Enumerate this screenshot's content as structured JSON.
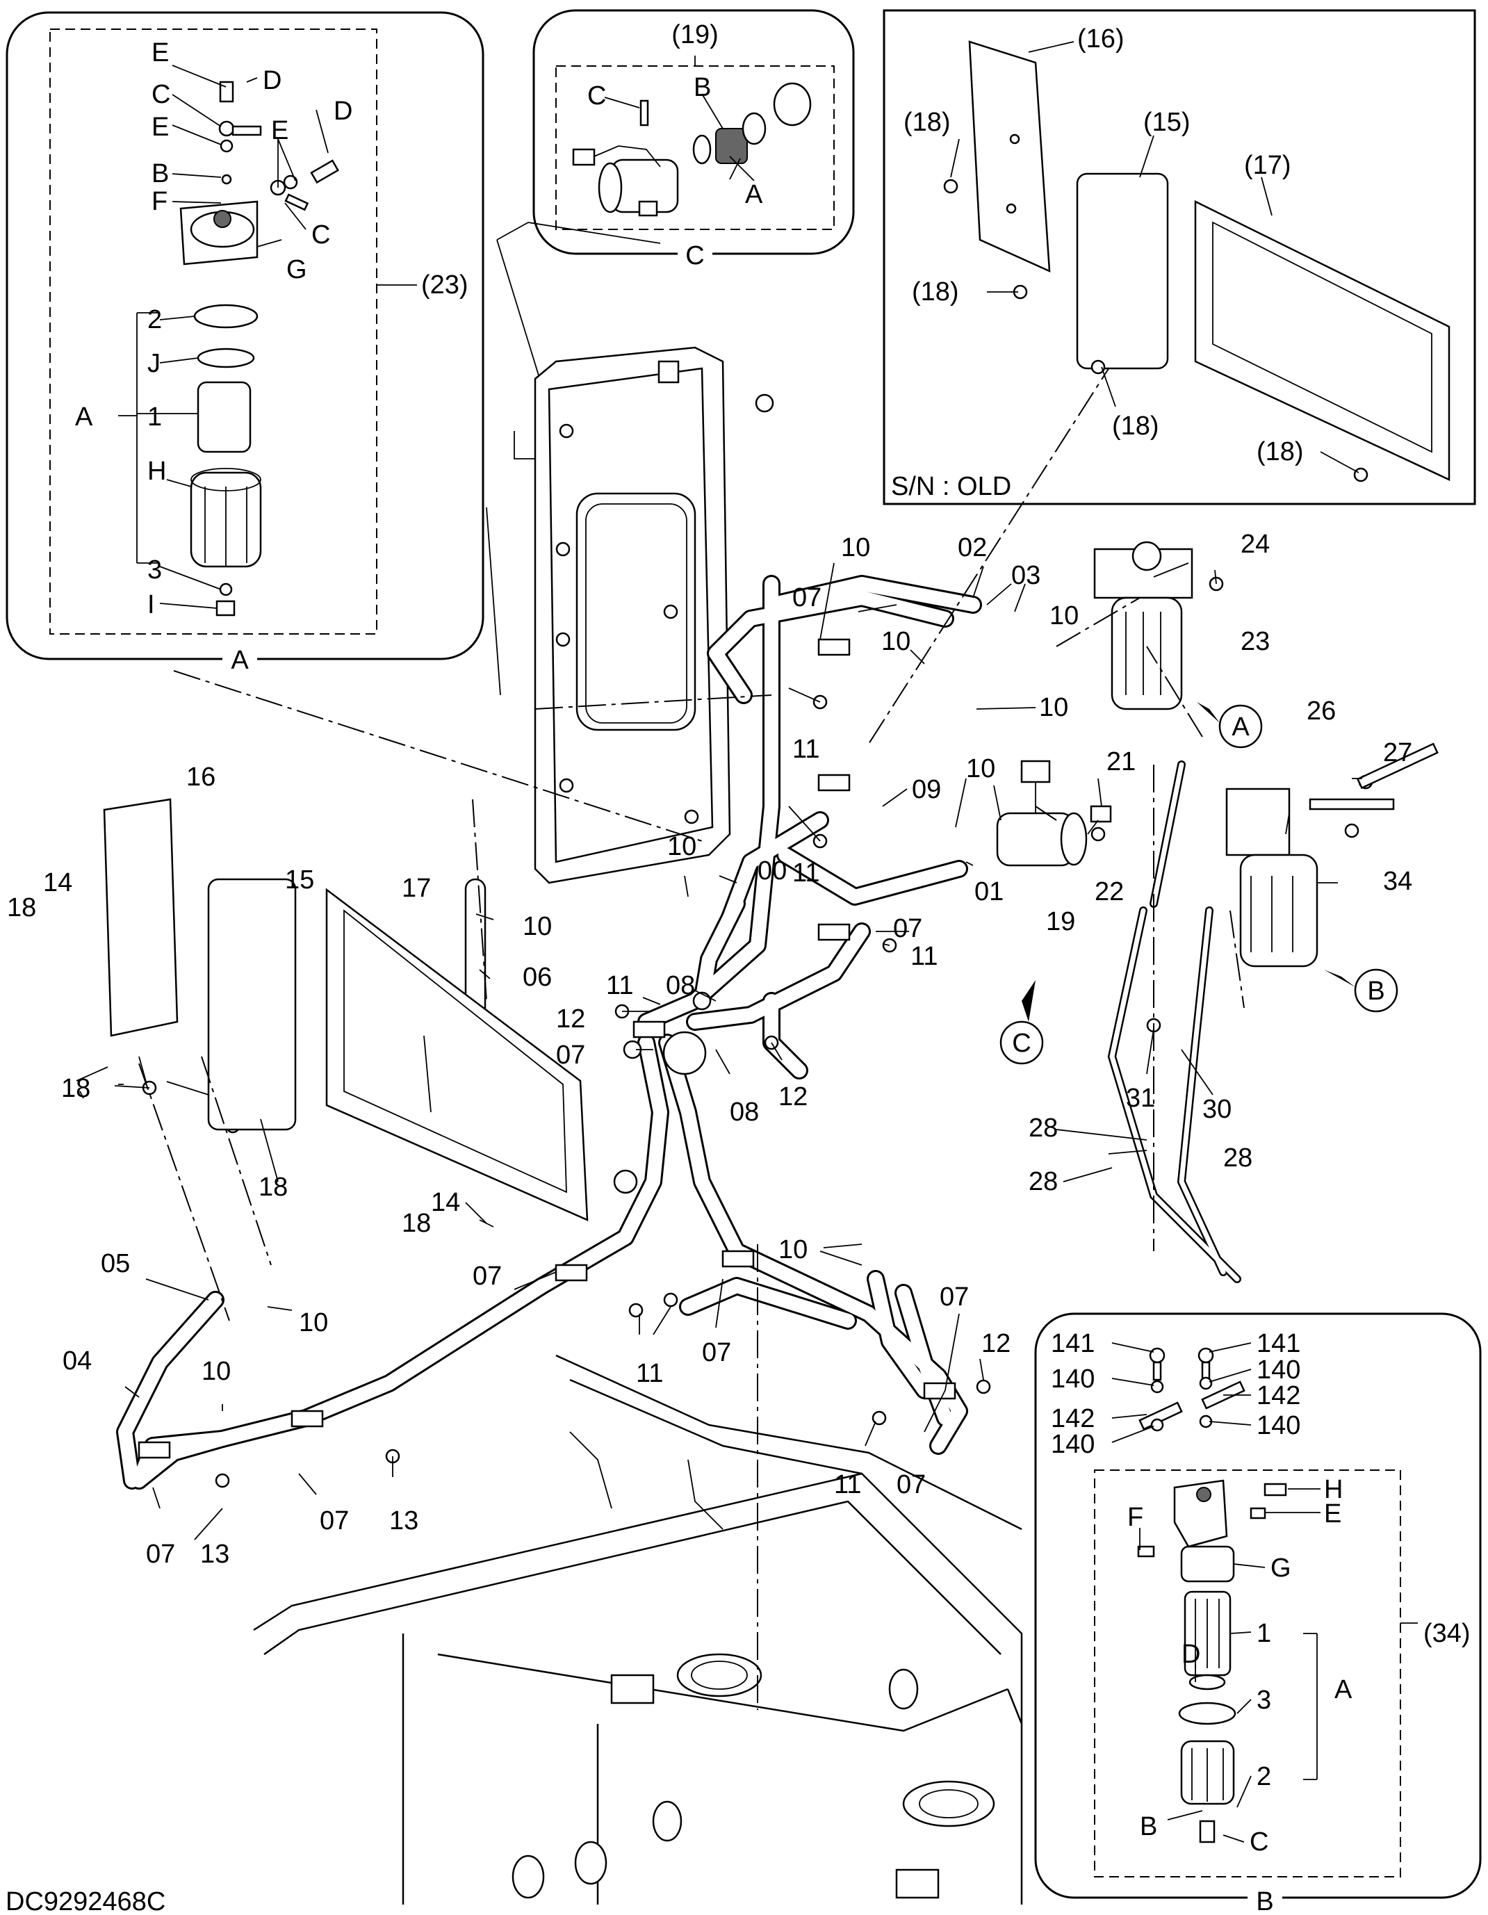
{
  "drawing_code": "DC9292468C",
  "inset_A": {
    "ref": "(23)",
    "caption": "A",
    "labels": {
      "E1": "E",
      "D1": "D",
      "C1": "C",
      "E2": "E",
      "E3": "E",
      "D2": "D",
      "B": "B",
      "F": "F",
      "C2": "C",
      "G": "G",
      "p2": "2",
      "J": "J",
      "A": "A",
      "p1": "1",
      "H": "H",
      "p3": "3",
      "I": "I"
    }
  },
  "inset_C": {
    "ref": "(19)",
    "caption": "C",
    "labels": {
      "C": "C",
      "B": "B",
      "A": "A"
    }
  },
  "inset_old": {
    "serial_note": "S/N : OLD",
    "labels": {
      "p16": "(16)",
      "p15": "(15)",
      "p17": "(17)",
      "p18a": "(18)",
      "p18b": "(18)",
      "p18c": "(18)",
      "p18d": "(18)"
    }
  },
  "inset_B": {
    "ref": "(34)",
    "caption": "B",
    "labels": {
      "p141a": "141",
      "p141b": "141",
      "p140a": "140",
      "p140b": "140",
      "p142a": "142",
      "p142b": "142",
      "p140c": "140",
      "p140d": "140",
      "H": "H",
      "E": "E",
      "F": "F",
      "G": "G",
      "p1": "1",
      "D": "D",
      "A": "A",
      "p3": "3",
      "p2": "2",
      "B": "B",
      "C": "C"
    }
  },
  "callouts": {
    "A": "A",
    "B": "B",
    "C": "C"
  },
  "main_labels": {
    "l16": "16",
    "l15": "15",
    "l17": "17",
    "l14a": "14",
    "l18a": "18",
    "l18b": "18",
    "l18c": "18",
    "l14b": "14",
    "l18d": "18",
    "l10a": "10",
    "l06": "06",
    "l10b": "10",
    "l00": "00",
    "l11a": "11",
    "l08a": "08",
    "l12a": "12",
    "l07a": "07",
    "l08b": "08",
    "l12b": "12",
    "l10c": "10",
    "l07b": "07",
    "l02": "02",
    "l03": "03",
    "l10d": "10",
    "l10e": "10",
    "l10f": "10",
    "l11b": "11",
    "l09": "09",
    "l11c": "11",
    "l10g": "10",
    "l21": "21",
    "l22": "22",
    "l19": "19",
    "l01": "01",
    "l07c": "07",
    "l11d": "11",
    "l24": "24",
    "l23": "23",
    "l26": "26",
    "l27": "27",
    "l34": "34",
    "l31": "31",
    "l30": "30",
    "l28a": "28",
    "l28b": "28",
    "l28c": "28",
    "l05": "05",
    "l10h": "10",
    "l04": "04",
    "l10i": "10",
    "l07d": "07",
    "l13a": "13",
    "l07e": "07",
    "l13b": "13",
    "l07f": "07",
    "l11e": "11",
    "l07g": "07",
    "l10j": "10",
    "l07h": "07",
    "l12c": "12",
    "l11f": "11",
    "l07i": "07"
  }
}
